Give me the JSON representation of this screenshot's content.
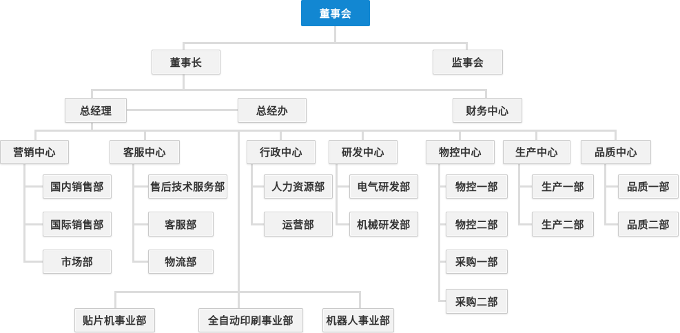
{
  "colors": {
    "root_node_bg": "#1287d2",
    "root_node_text": "#ffffff",
    "node_bg": "#f2f2f2",
    "node_border": "#c9c9c9",
    "node_text": "#333333",
    "connector_line": "#dcdcdc"
  },
  "nodes": {
    "board": {
      "label": "董事会"
    },
    "chairman": {
      "label": "董事长"
    },
    "supervisory_board": {
      "label": "监事会"
    },
    "general_manager": {
      "label": "总经理"
    },
    "gm_office": {
      "label": "总经办"
    },
    "finance_center": {
      "label": "财务中心"
    },
    "marketing_center": {
      "label": "营销中心"
    },
    "customer_service_center": {
      "label": "客服中心"
    },
    "admin_center": {
      "label": "行政中心"
    },
    "rd_center": {
      "label": "研发中心"
    },
    "material_control_center": {
      "label": "物控中心"
    },
    "production_center": {
      "label": "生产中心"
    },
    "quality_center": {
      "label": "品质中心"
    },
    "domestic_sales_dept": {
      "label": "国内销售部"
    },
    "intl_sales_dept": {
      "label": "国际销售部"
    },
    "market_dept": {
      "label": "市场部"
    },
    "after_sales_tech_service_dept": {
      "label": "售后技术服务部"
    },
    "customer_service_dept": {
      "label": "客服部"
    },
    "logistics_dept": {
      "label": "物流部"
    },
    "hr_dept": {
      "label": "人力资源部"
    },
    "operations_dept": {
      "label": "运营部"
    },
    "electrical_rd_dept": {
      "label": "电气研发部"
    },
    "mechanical_rd_dept": {
      "label": "机械研发部"
    },
    "material_control_dept_1": {
      "label": "物控一部"
    },
    "material_control_dept_2": {
      "label": "物控二部"
    },
    "purchasing_dept_1": {
      "label": "采购一部"
    },
    "purchasing_dept_2": {
      "label": "采购二部"
    },
    "production_dept_1": {
      "label": "生产一部"
    },
    "production_dept_2": {
      "label": "生产二部"
    },
    "quality_dept_1": {
      "label": "品质一部"
    },
    "quality_dept_2": {
      "label": "品质二部"
    },
    "smt_machine_division": {
      "label": "贴片机事业部"
    },
    "auto_printing_division": {
      "label": "全自动印刷事业部"
    },
    "robot_division": {
      "label": "机器人事业部"
    }
  },
  "hierarchy": {
    "board": [
      "chairman",
      "supervisory_board"
    ],
    "chairman": [
      "general_manager",
      "finance_center"
    ],
    "general_manager": [
      "gm_office",
      "marketing_center",
      "customer_service_center",
      "admin_center",
      "rd_center",
      "material_control_center",
      "production_center",
      "quality_center",
      "smt_machine_division",
      "auto_printing_division",
      "robot_division"
    ],
    "marketing_center": [
      "domestic_sales_dept",
      "intl_sales_dept",
      "market_dept"
    ],
    "customer_service_center": [
      "after_sales_tech_service_dept",
      "customer_service_dept",
      "logistics_dept"
    ],
    "admin_center": [
      "hr_dept",
      "operations_dept"
    ],
    "rd_center": [
      "electrical_rd_dept",
      "mechanical_rd_dept"
    ],
    "material_control_center": [
      "material_control_dept_1",
      "material_control_dept_2",
      "purchasing_dept_1",
      "purchasing_dept_2"
    ],
    "production_center": [
      "production_dept_1",
      "production_dept_2"
    ],
    "quality_center": [
      "quality_dept_1",
      "quality_dept_2"
    ]
  }
}
